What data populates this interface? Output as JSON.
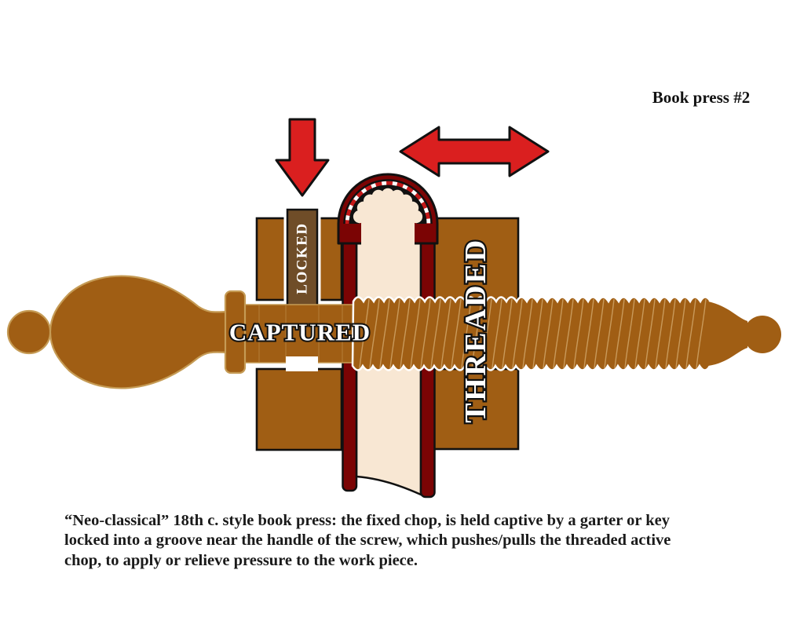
{
  "title": "Book press #2",
  "diagram": {
    "labels": {
      "locked": "LOCKED",
      "captured": "CAPTURED",
      "threaded": "THREADED"
    }
  },
  "caption": {
    "lines": [
      "“Neo-classical” 18th c. style book press: the fixed chop, is held captive by a garter or key",
      "locked into a groove near the handle of the screw, which pushes/pulls the threaded active",
      "chop, to apply or relieve pressure to the work piece."
    ]
  },
  "colors": {
    "wood": "#A05E14",
    "wood_outline": "#C59B55",
    "thread_ridge": "#C8995A",
    "maroon": "#7B0404",
    "cream": "#F8E7D3",
    "arrow_red": "#DA1F1F",
    "key_brown": "#6F4D28",
    "band_red": "#C41919",
    "outline_black": "#111111",
    "text_white": "#FFFFFF"
  }
}
